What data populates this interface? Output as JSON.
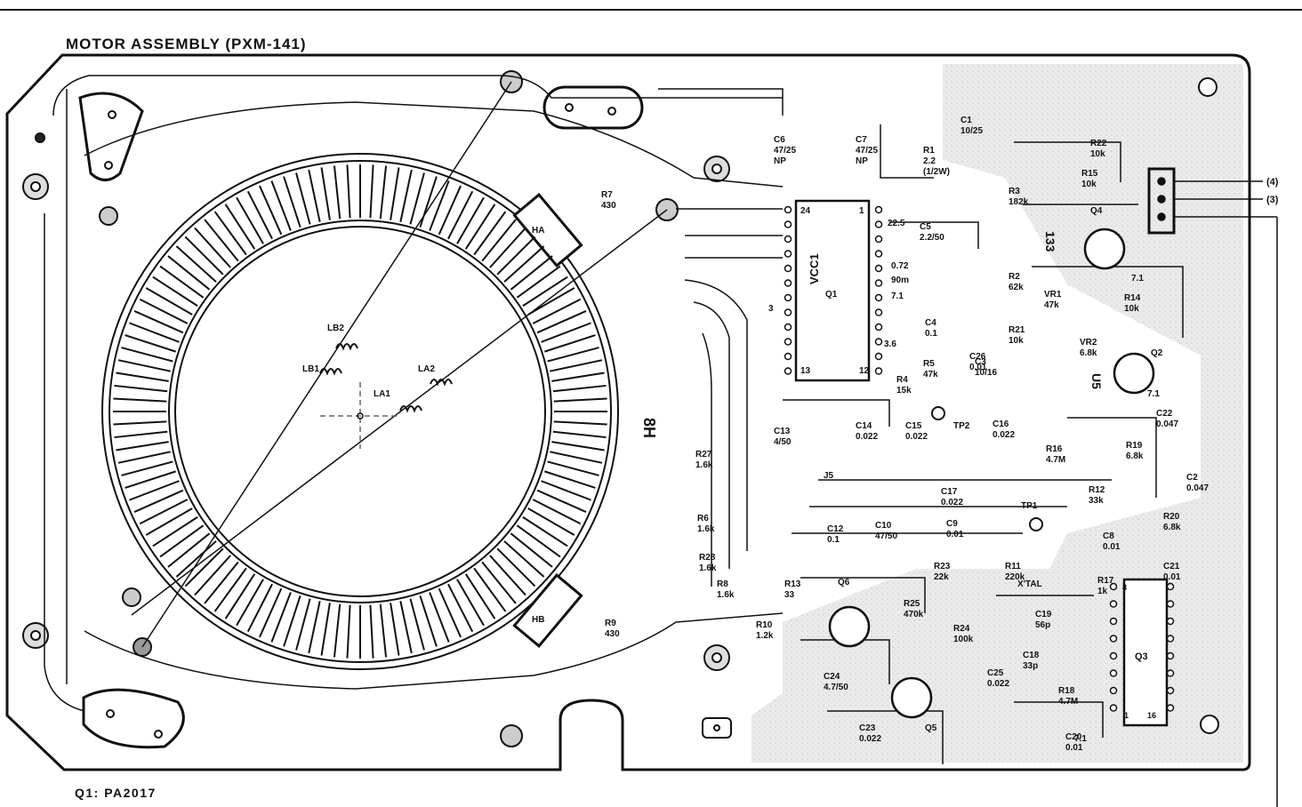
{
  "title": "MOTOR ASSEMBLY (PXM-141)",
  "footnote": "Q1: PA2017",
  "connectors": [
    "(4)",
    "(3)"
  ],
  "coils": [
    "LB2",
    "LB1",
    "LA2",
    "LA1"
  ],
  "hall": [
    "HA",
    "HB"
  ],
  "board_marks": [
    "8H",
    "U5",
    "133",
    "J5",
    "3"
  ],
  "ic": [
    {
      "ref": "VCC1",
      "sub": "Q1",
      "pins": [
        "24",
        "1",
        "13",
        "12"
      ]
    },
    {
      "ref": "Q3",
      "pins": [
        "8",
        "1",
        "16"
      ]
    }
  ],
  "test_points": [
    "TP2",
    "TP1"
  ],
  "voltages": [
    "22.5",
    "0.72",
    "90m",
    "7.1",
    "3.6",
    "7.1",
    "7.1",
    "7.1"
  ],
  "parts": [
    {
      "ref": "C6",
      "value": "47/25",
      "extra": "NP"
    },
    {
      "ref": "C7",
      "value": "47/25",
      "extra": "NP"
    },
    {
      "ref": "C1",
      "value": "10/25"
    },
    {
      "ref": "R1",
      "value": "2.2",
      "extra": "(1/2W)"
    },
    {
      "ref": "R22",
      "value": "10k"
    },
    {
      "ref": "R15",
      "value": "10k"
    },
    {
      "ref": "R3",
      "value": "182k"
    },
    {
      "ref": "Q4",
      "value": ""
    },
    {
      "ref": "R7",
      "value": "430"
    },
    {
      "ref": "C5",
      "value": "2.2/50"
    },
    {
      "ref": "R2",
      "value": "62k"
    },
    {
      "ref": "VR1",
      "value": "47k"
    },
    {
      "ref": "R14",
      "value": "10k"
    },
    {
      "ref": "C4",
      "value": "0.1"
    },
    {
      "ref": "R21",
      "value": "10k"
    },
    {
      "ref": "VR2",
      "value": "6.8k"
    },
    {
      "ref": "Q2",
      "value": ""
    },
    {
      "ref": "C26",
      "value": "0.01"
    },
    {
      "ref": "R5",
      "value": "47k"
    },
    {
      "ref": "R4",
      "value": "15k"
    },
    {
      "ref": "C3",
      "value": "10/16"
    },
    {
      "ref": "C22",
      "value": "0.047"
    },
    {
      "ref": "C13",
      "value": "4/50"
    },
    {
      "ref": "C14",
      "value": "0.022"
    },
    {
      "ref": "C15",
      "value": "0.022"
    },
    {
      "ref": "C16",
      "value": "0.022"
    },
    {
      "ref": "R16",
      "value": "4.7M"
    },
    {
      "ref": "R19",
      "value": "6.8k"
    },
    {
      "ref": "C2",
      "value": "0.047"
    },
    {
      "ref": "R27",
      "value": "1.6k"
    },
    {
      "ref": "C17",
      "value": "0.022"
    },
    {
      "ref": "R12",
      "value": "33k"
    },
    {
      "ref": "R6",
      "value": "1.6k"
    },
    {
      "ref": "C12",
      "value": "0.1"
    },
    {
      "ref": "C10",
      "value": "47/50"
    },
    {
      "ref": "C9",
      "value": "0.01"
    },
    {
      "ref": "R20",
      "value": "6.8k"
    },
    {
      "ref": "R28",
      "value": "1.6k"
    },
    {
      "ref": "C8",
      "value": "0.01"
    },
    {
      "ref": "C21",
      "value": "0.01"
    },
    {
      "ref": "R8",
      "value": "1.6k"
    },
    {
      "ref": "R23",
      "value": "22k"
    },
    {
      "ref": "R11",
      "value": "220k"
    },
    {
      "ref": "R13",
      "value": "33"
    },
    {
      "ref": "Q6",
      "value": ""
    },
    {
      "ref": "X'TAL",
      "value": ""
    },
    {
      "ref": "R17",
      "value": "1k"
    },
    {
      "ref": "R25",
      "value": "470k"
    },
    {
      "ref": "R24",
      "value": "100k"
    },
    {
      "ref": "R10",
      "value": "1.2k"
    },
    {
      "ref": "C19",
      "value": "56p"
    },
    {
      "ref": "C18",
      "value": "33p"
    },
    {
      "ref": "R9",
      "value": "430"
    },
    {
      "ref": "C24",
      "value": "4.7/50"
    },
    {
      "ref": "C25",
      "value": "0.022"
    },
    {
      "ref": "R18",
      "value": "4.7M"
    },
    {
      "ref": "C23",
      "value": "0.022"
    },
    {
      "ref": "Q5",
      "value": ""
    },
    {
      "ref": "C20",
      "value": "0.01"
    }
  ]
}
